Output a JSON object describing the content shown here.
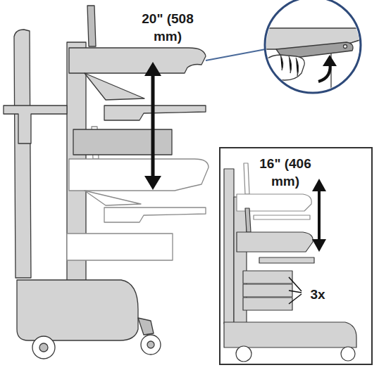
{
  "diagram": {
    "labels": [
      "20\" (508 mm)",
      "16\" (406 mm)",
      "3x"
    ]
  }
}
